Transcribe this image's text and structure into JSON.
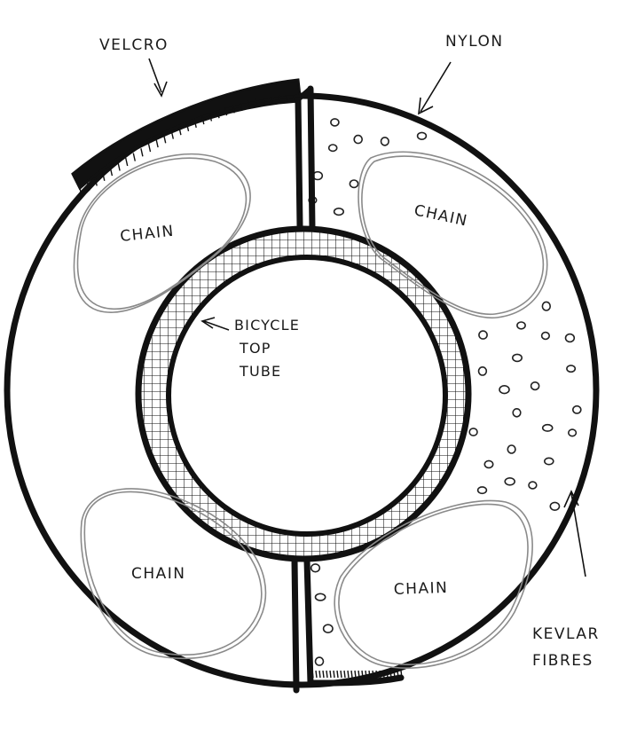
{
  "labels": {
    "velcro": "VELCRO",
    "nylon": "NYLON",
    "chain_top_left": "CHAIN",
    "chain_top_right": "CHAIN",
    "chain_bottom_left": "CHAIN",
    "chain_bottom_right": "CHAIN",
    "tube_line1": "BICYCLE",
    "tube_line2": "TOP",
    "tube_line3": "TUBE",
    "kevlar_line1": "KEVLAR",
    "kevlar_line2": "FIBRES"
  },
  "colors": {
    "ink": "#111111",
    "pencil": "#8a8a8a",
    "paper": "#ffffff"
  }
}
